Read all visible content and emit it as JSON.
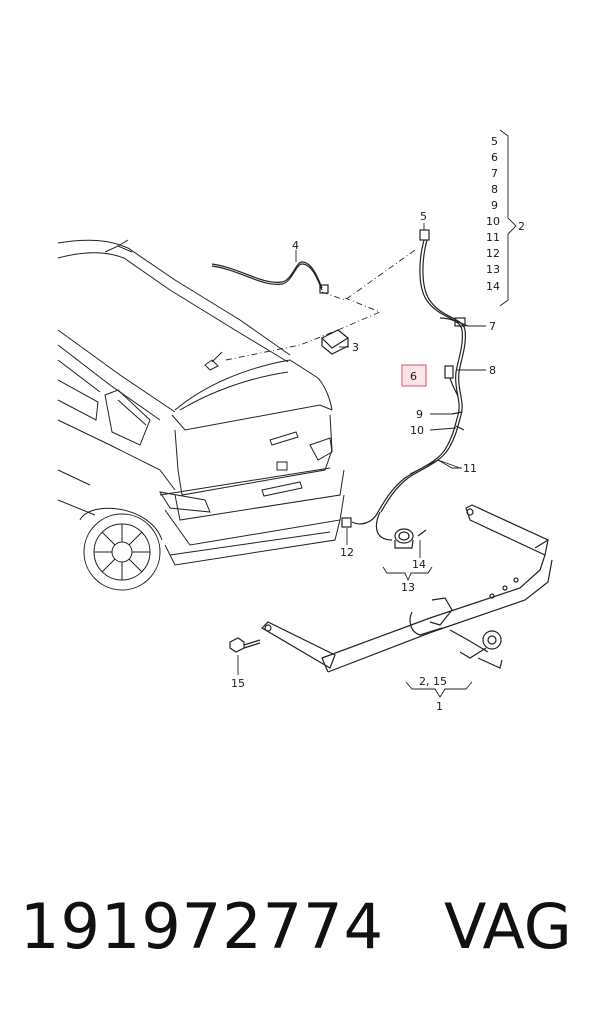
{
  "diagram": {
    "callouts": {
      "c1": "1",
      "c2_top": "2",
      "c2_bottom": "2,  15",
      "c3": "3",
      "c4": "4",
      "c5_list": "5",
      "c6_list": "6",
      "c7_list": "7",
      "c8_list": "8",
      "c9_list": "9",
      "c10_list": "10",
      "c11_list": "11",
      "c12_list": "12",
      "c13_list": "13",
      "c14_list": "14",
      "c5": "5",
      "c6": "6",
      "c7": "7",
      "c8": "8",
      "c9": "9",
      "c10": "10",
      "c11": "11",
      "c12": "12",
      "c13": "13",
      "c14": "14",
      "c15": "15"
    },
    "highlighted_part": "6",
    "highlight_color": "#d9536a"
  },
  "footer": {
    "part_number": "191972774",
    "brand": "VAG"
  }
}
